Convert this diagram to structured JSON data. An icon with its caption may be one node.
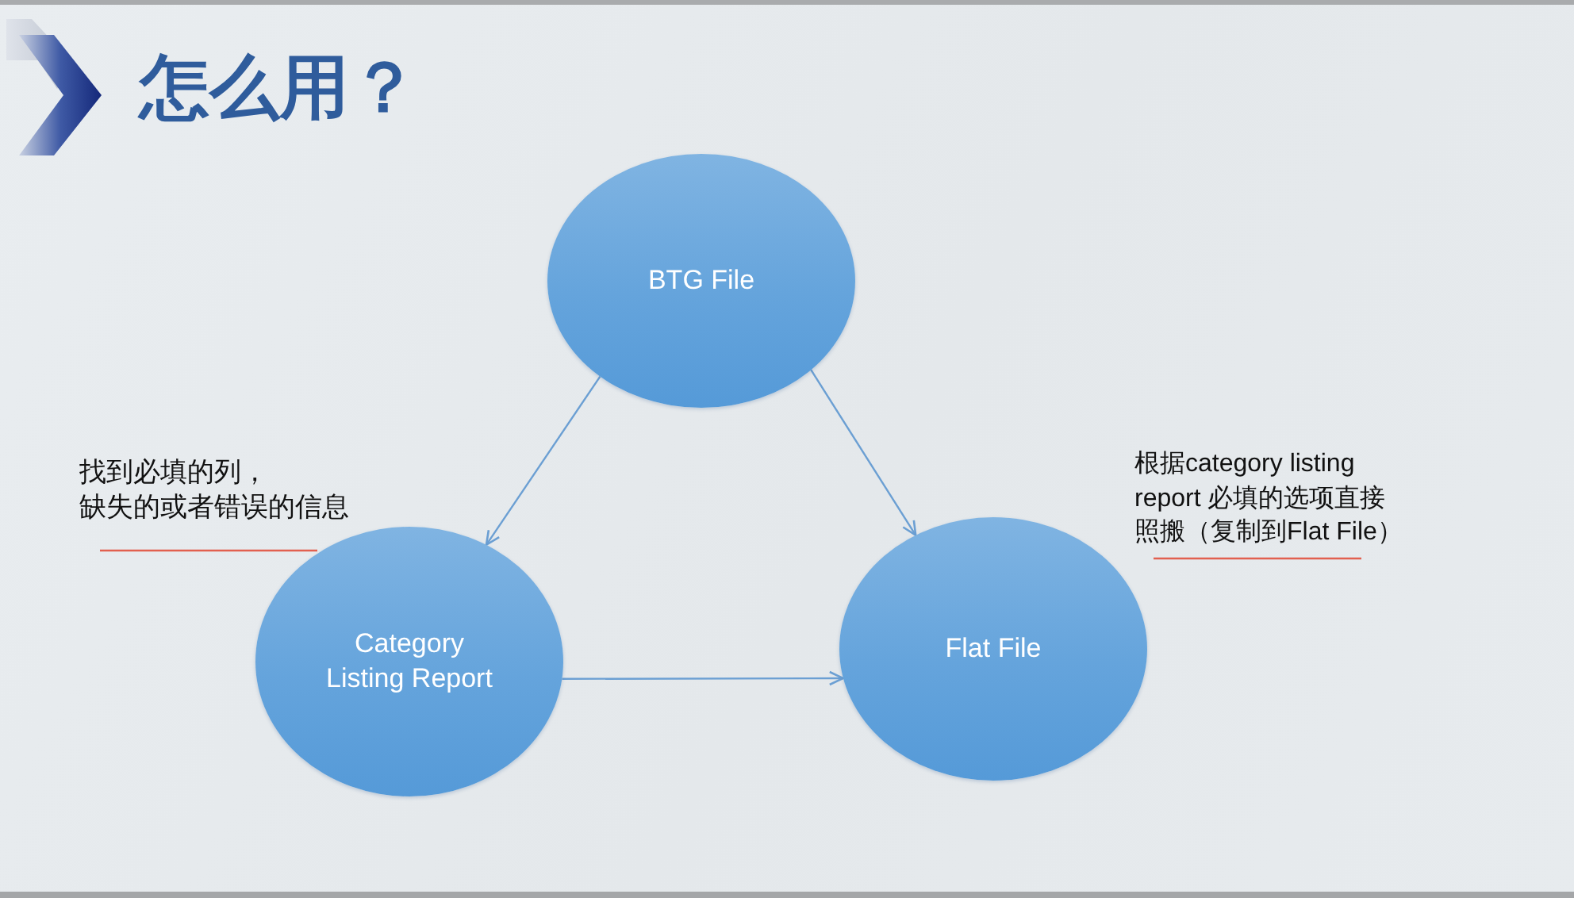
{
  "diagram": {
    "title": "怎么用？",
    "nodes": [
      {
        "text": [
          "BTG File"
        ]
      },
      {
        "text": [
          "Category Listing Report"
        ]
      },
      {
        "text": [
          "Flat File"
        ]
      }
    ],
    "edges": [
      {
        "from": 0,
        "to": 1,
        "arrow": "to"
      },
      {
        "from": 0,
        "to": 2,
        "arrow": "to"
      },
      {
        "from": 1,
        "to": 2,
        "arrow": "to"
      }
    ],
    "labels": [
      "找到必填的列，缺失的或者错误的信息",
      "根据category listing report 必填的选项直接照搬（复制到Flat File）"
    ]
  }
}
